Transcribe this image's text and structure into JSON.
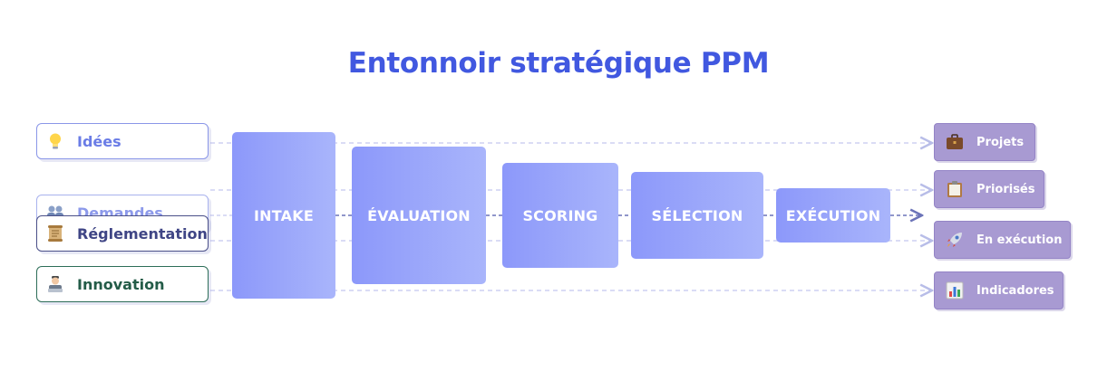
{
  "title": "Entonnoir stratégique PPM",
  "sources": [
    {
      "label": "Idées",
      "icon": "lightbulb-icon"
    },
    {
      "label": "Demandes",
      "icon": "people-icon"
    },
    {
      "label": "Réglementation",
      "icon": "scroll-icon"
    },
    {
      "label": "Innovation",
      "icon": "technologist-icon"
    }
  ],
  "stages": [
    {
      "label": "INTAKE"
    },
    {
      "label": "ÉVALUATION"
    },
    {
      "label": "SCORING"
    },
    {
      "label": "SÉLECTION"
    },
    {
      "label": "EXÉCUTION"
    }
  ],
  "outputs": [
    {
      "label": "Projets",
      "icon": "briefcase-icon"
    },
    {
      "label": "Priorisés",
      "icon": "clipboard-icon"
    },
    {
      "label": "En exécution",
      "icon": "rocket-icon"
    },
    {
      "label": "Indicadores",
      "icon": "bar-chart-icon"
    }
  ],
  "colors": {
    "title": "#4158e0",
    "stage_gradient_start": "#8c98fa",
    "stage_gradient_end": "#a9b5fb",
    "output_fill": "#a89ad2",
    "connector": "#c9cdf2",
    "main_flow": "#6b73b8"
  }
}
